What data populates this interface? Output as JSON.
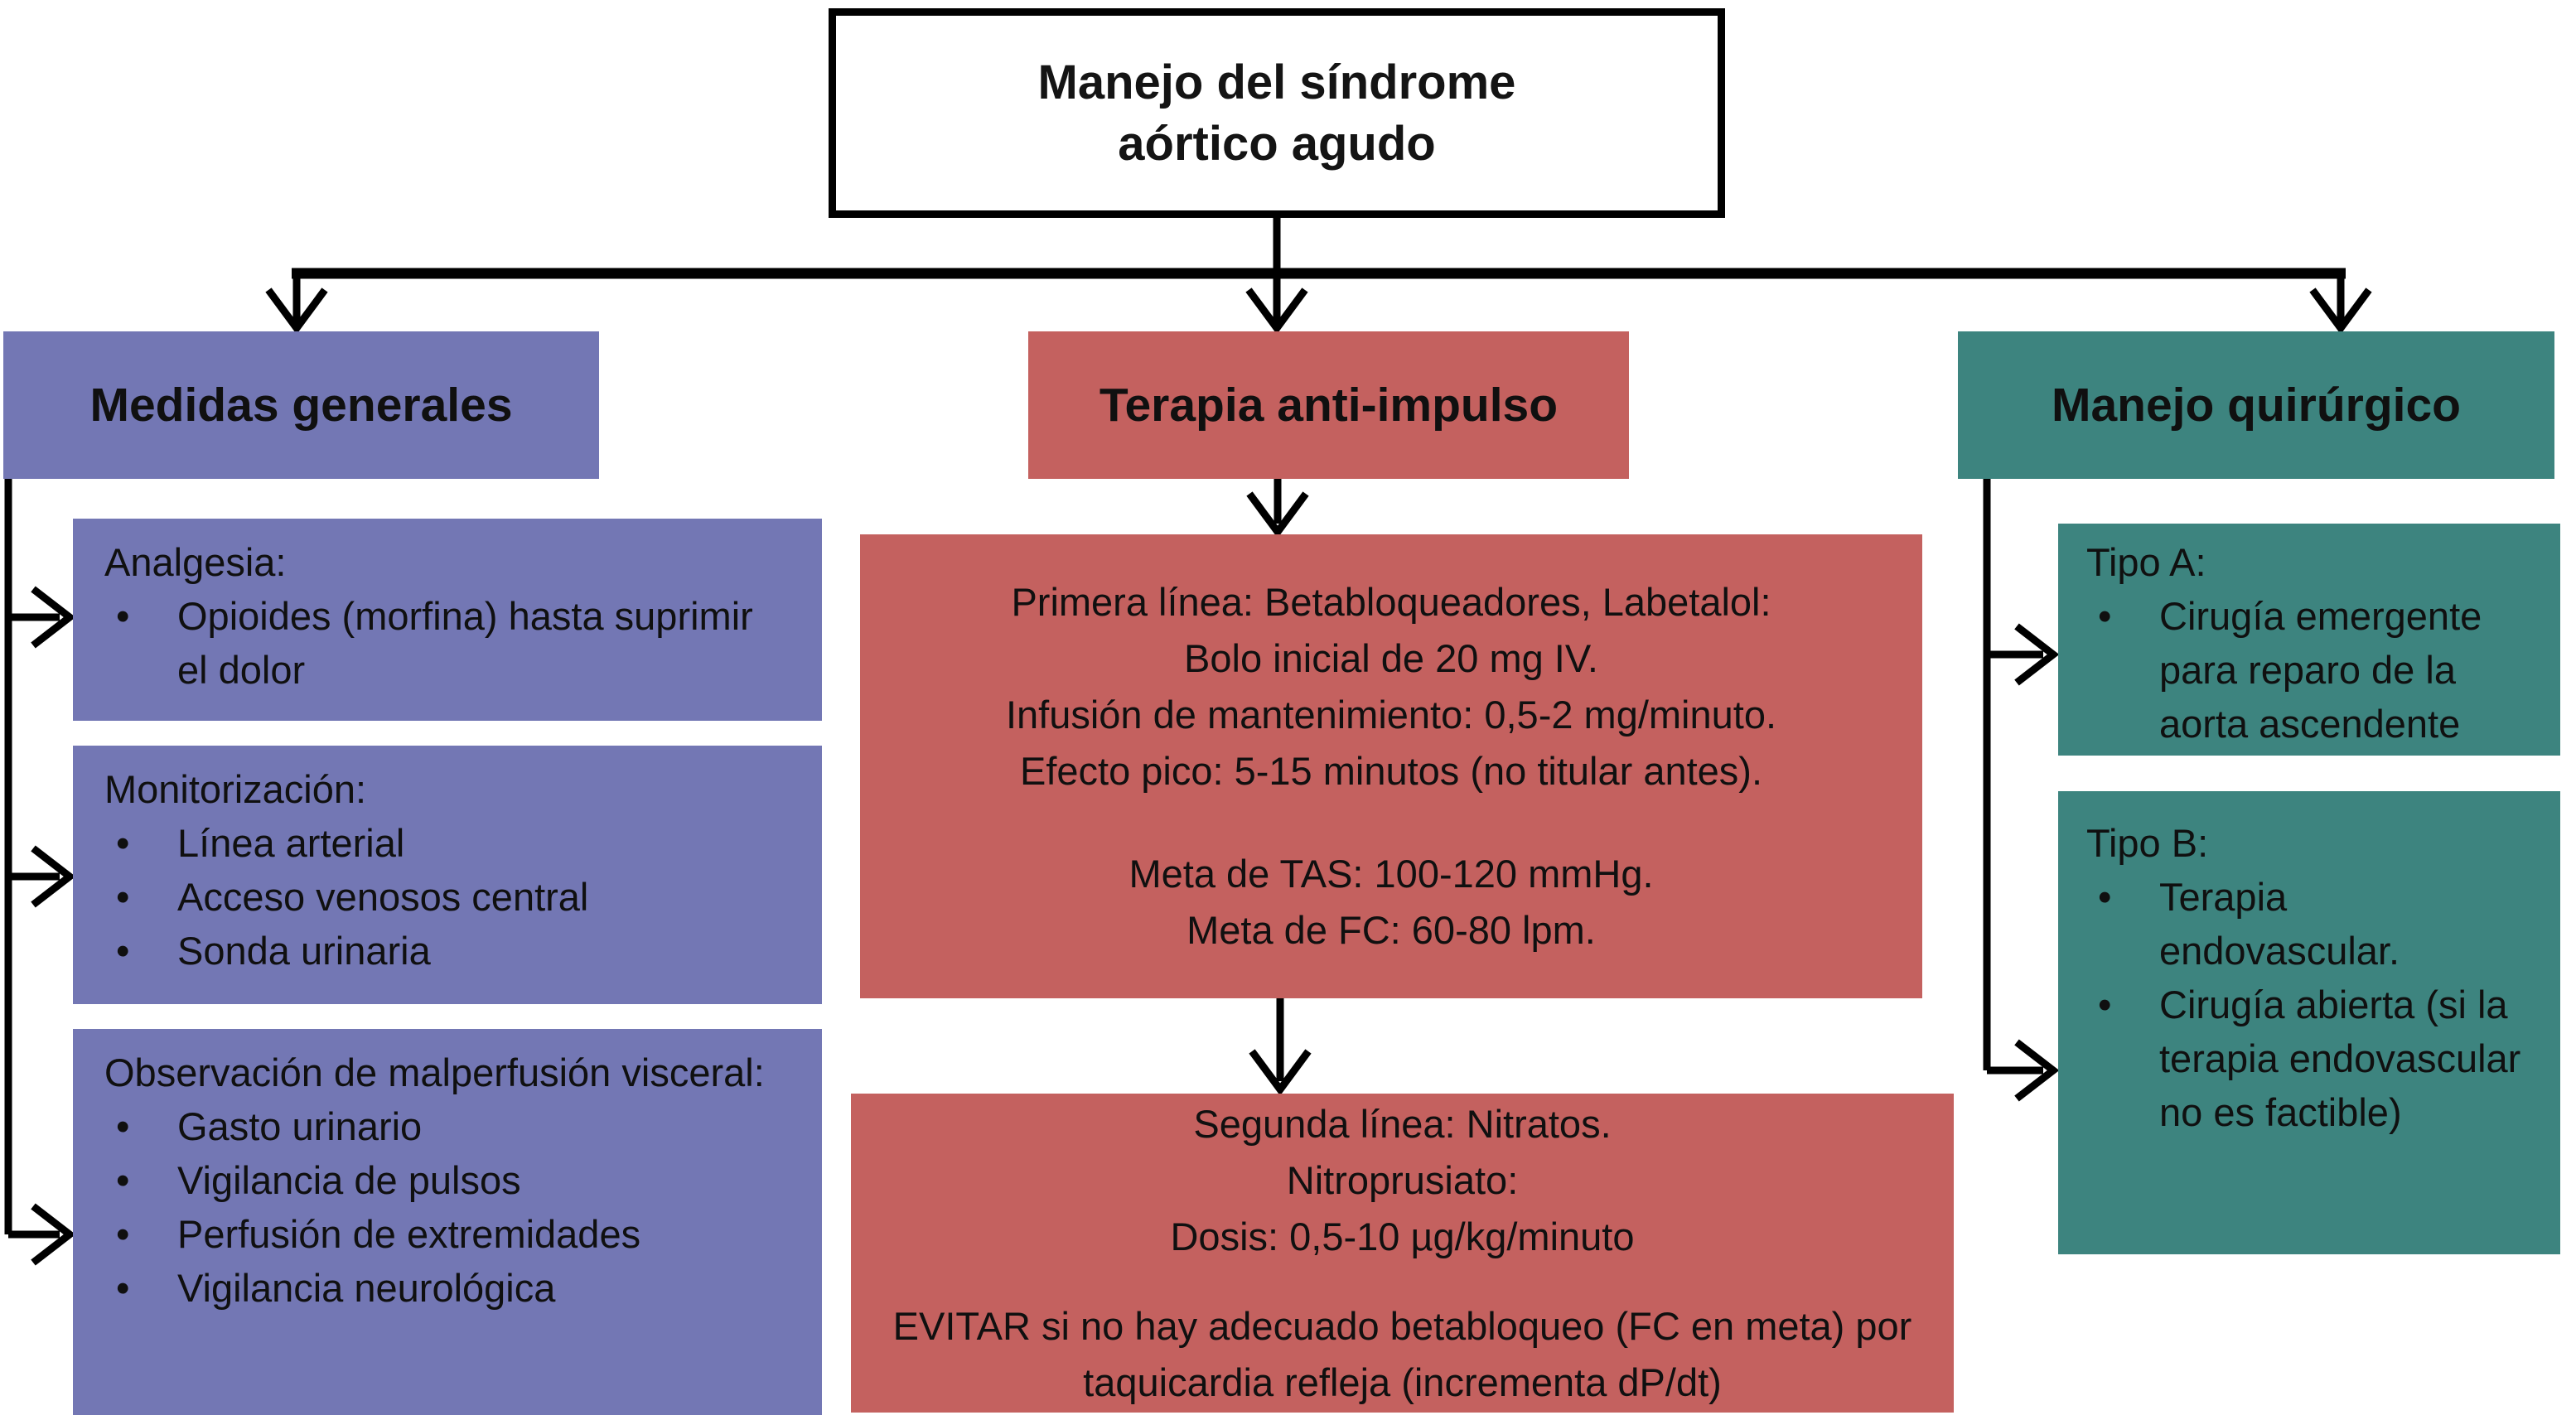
{
  "title": {
    "line1": "Manejo del síndrome",
    "line2": "aórtico agudo"
  },
  "glyphs": {
    "bullet": "•"
  },
  "colors": {
    "purple": "#7377b4",
    "red": "#c4615f",
    "teal": "#3d847f",
    "line": "#000000",
    "ink": "#141414"
  },
  "columns": {
    "general": {
      "header": "Medidas generales",
      "boxes": [
        {
          "heading": "Analgesia:",
          "bullets": [
            "Opioides (morfina) hasta suprimir el dolor"
          ]
        },
        {
          "heading": "Monitorización:",
          "bullets": [
            "Línea arterial",
            "Acceso venosos central",
            "Sonda urinaria"
          ]
        },
        {
          "heading": "Observación de malperfusión visceral:",
          "bullets": [
            "Gasto urinario",
            "Vigilancia de pulsos",
            "Perfusión de extremidades",
            "Vigilancia neurológica"
          ]
        }
      ]
    },
    "terapia": {
      "header": "Terapia anti-impulso",
      "boxes": [
        {
          "paragraphs": [
            [
              "Primera línea: Betabloqueadores, Labetalol:",
              "Bolo inicial de 20 mg IV.",
              "Infusión de mantenimiento: 0,5-2 mg/minuto.",
              "Efecto pico: 5-15 minutos (no titular antes)."
            ],
            [
              "Meta de TAS: 100-120 mmHg.",
              "Meta de FC: 60-80 lpm."
            ]
          ]
        },
        {
          "paragraphs": [
            [
              "Segunda línea: Nitratos.",
              "Nitroprusiato:",
              "Dosis: 0,5-10 µg/kg/minuto"
            ],
            [
              "EVITAR si no hay adecuado betabloqueo (FC en meta) por taquicardia refleja (incrementa dP/dt)"
            ]
          ]
        }
      ]
    },
    "surgical": {
      "header": "Manejo quirúrgico",
      "boxes": [
        {
          "heading": "Tipo A:",
          "bullets": [
            "Cirugía emergente para reparo de la aorta ascendente"
          ]
        },
        {
          "heading": "Tipo B:",
          "bullets": [
            "Terapia endovascular.",
            "Cirugía abierta (si la terapia endovascular no es factible)"
          ]
        }
      ]
    }
  }
}
